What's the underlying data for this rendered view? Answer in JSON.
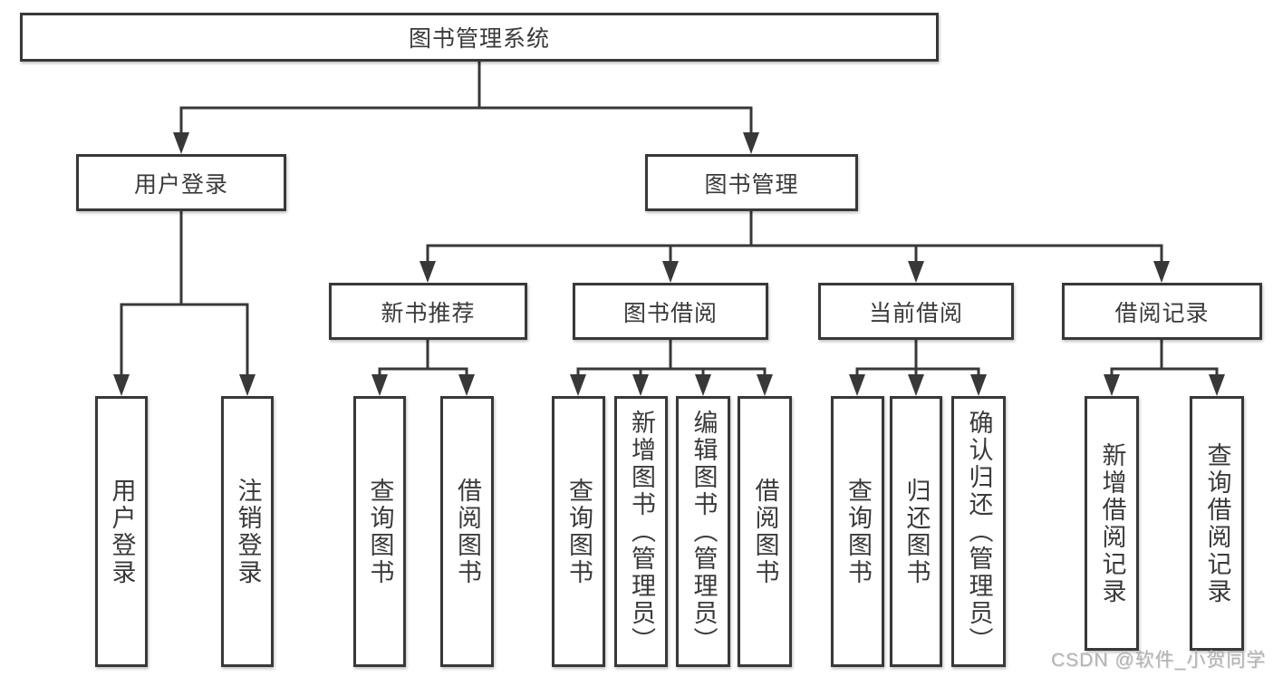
{
  "diagram_title": "图书管理系统",
  "watermark": "CSDN @软件_小贺同学",
  "colors": {
    "line": "#383838",
    "text": "#3a3a3a",
    "box_background": "#ffffff",
    "watermark_color": "#b3b3b3"
  },
  "tree": {
    "root": {
      "label": "图书管理系统"
    },
    "branches": [
      {
        "label": "用户登录",
        "children": [
          {
            "label": "用户登录"
          },
          {
            "label": "注销登录"
          }
        ]
      },
      {
        "label": "图书管理",
        "children": [
          {
            "label": "新书推荐",
            "children": [
              {
                "label": "查询图书"
              },
              {
                "label": "借阅图书"
              }
            ]
          },
          {
            "label": "图书借阅",
            "children": [
              {
                "label": "查询图书"
              },
              {
                "label": "新增图书（管理员）"
              },
              {
                "label": "编辑图书（管理员）"
              },
              {
                "label": "借阅图书"
              }
            ]
          },
          {
            "label": "当前借阅",
            "children": [
              {
                "label": "查询图书"
              },
              {
                "label": "归还图书"
              },
              {
                "label": "确认归还（管理员）"
              }
            ]
          },
          {
            "label": "借阅记录",
            "children": [
              {
                "label": "新增借阅记录"
              },
              {
                "label": "查询借阅记录"
              }
            ]
          }
        ]
      }
    ]
  }
}
